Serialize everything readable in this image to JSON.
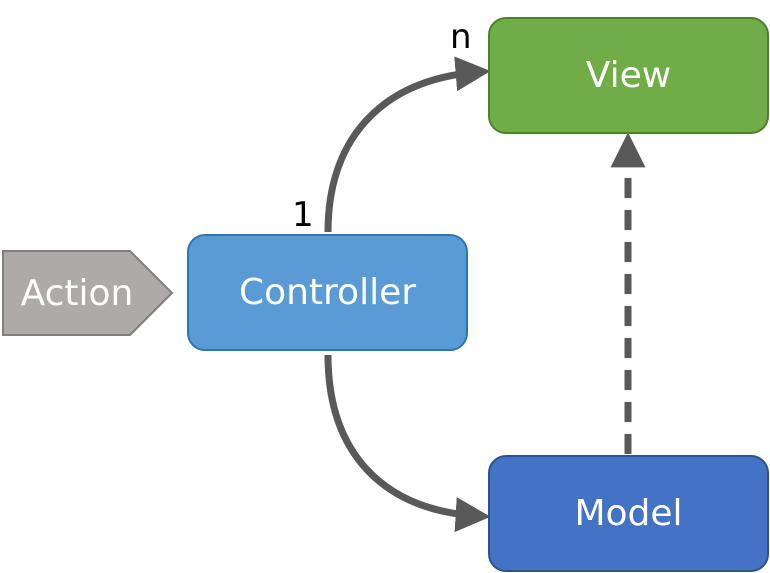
{
  "diagram": {
    "nodes": {
      "view": {
        "label": "View",
        "fill": "#70ad47",
        "border": "#507e32"
      },
      "controller": {
        "label": "Controller",
        "fill": "#5b9bd5",
        "border": "#2e75b6"
      },
      "model": {
        "label": "Model",
        "fill": "#4472c4",
        "border": "#2f528f"
      },
      "action": {
        "label": "Action",
        "fill": "#aeaaaa",
        "border": "#7f7f7f"
      }
    },
    "edges": [
      {
        "from": "controller",
        "to": "view",
        "style": "solid",
        "from_multiplicity": "1",
        "to_multiplicity": "n"
      },
      {
        "from": "controller",
        "to": "model",
        "style": "solid"
      },
      {
        "from": "model",
        "to": "view",
        "style": "dashed"
      },
      {
        "from": "action",
        "to": "controller",
        "style": "pointer-shape"
      }
    ],
    "multiplicity": {
      "controller_view_source": "1",
      "controller_view_target": "n"
    },
    "colors": {
      "arrow": "#595959",
      "text": "#ffffff"
    }
  }
}
